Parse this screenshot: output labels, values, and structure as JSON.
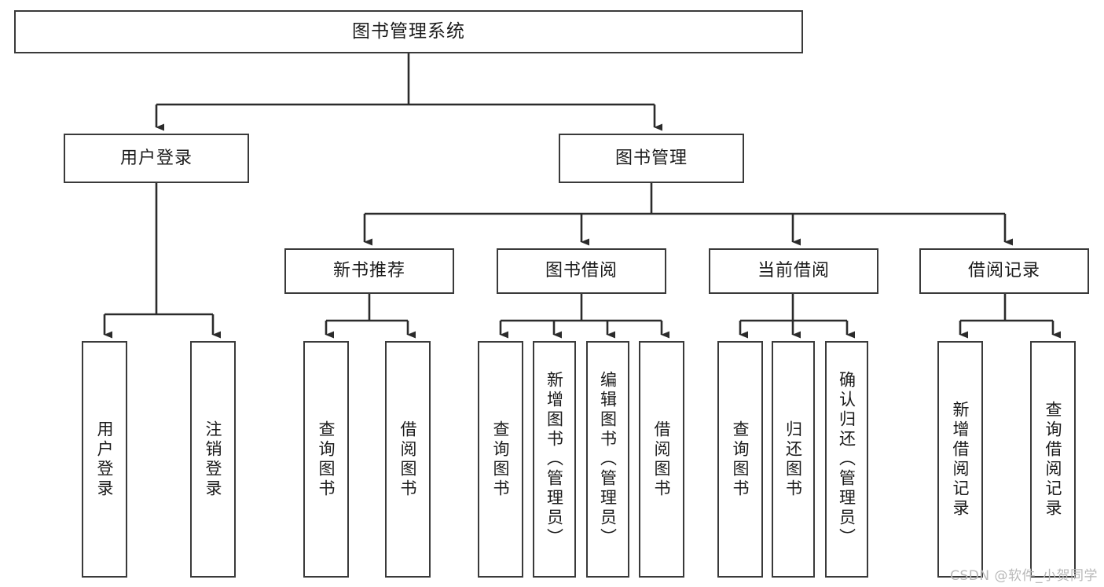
{
  "diagram": {
    "title": "图书管理系统",
    "type": "tree",
    "orientation": "top-down",
    "colors": {
      "box_border": "#3a3a3a",
      "box_fill": "#ffffff",
      "edge": "#2b2b2b",
      "text": "#1b1b1b",
      "watermark": "#b8b8b8",
      "background": "#ffffff"
    },
    "levels": {
      "root": {
        "label": "图书管理系统"
      },
      "level2": [
        {
          "id": "user-login",
          "label": "用户登录"
        },
        {
          "id": "book-manage",
          "label": "图书管理"
        }
      ],
      "level3": [
        {
          "id": "new-book-recommend",
          "label": "新书推荐",
          "parent": "book-manage"
        },
        {
          "id": "book-borrow",
          "label": "图书借阅",
          "parent": "book-manage"
        },
        {
          "id": "current-borrow",
          "label": "当前借阅",
          "parent": "book-manage"
        },
        {
          "id": "borrow-record",
          "label": "借阅记录",
          "parent": "book-manage"
        }
      ],
      "leaves": [
        {
          "id": "leaf-user-login",
          "label": "用户登录",
          "parent": "user-login"
        },
        {
          "id": "leaf-user-logout",
          "label": "注销登录",
          "parent": "user-login"
        },
        {
          "id": "leaf-query-book-1",
          "label": "查询图书",
          "parent": "new-book-recommend"
        },
        {
          "id": "leaf-borrow-book-1",
          "label": "借阅图书",
          "parent": "new-book-recommend"
        },
        {
          "id": "leaf-query-book-2",
          "label": "查询图书",
          "parent": "book-borrow"
        },
        {
          "id": "leaf-add-book",
          "label": "新增图书（管理员）",
          "parent": "book-borrow"
        },
        {
          "id": "leaf-edit-book",
          "label": "编辑图书（管理员）",
          "parent": "book-borrow"
        },
        {
          "id": "leaf-borrow-book-2",
          "label": "借阅图书",
          "parent": "book-borrow"
        },
        {
          "id": "leaf-query-book-3",
          "label": "查询图书",
          "parent": "current-borrow"
        },
        {
          "id": "leaf-return-book",
          "label": "归还图书",
          "parent": "current-borrow"
        },
        {
          "id": "leaf-confirm-return",
          "label": "确认归还（管理员）",
          "parent": "current-borrow"
        },
        {
          "id": "leaf-add-record",
          "label": "新增借阅记录",
          "parent": "borrow-record"
        },
        {
          "id": "leaf-query-record",
          "label": "查询借阅记录",
          "parent": "borrow-record"
        }
      ]
    },
    "watermark": "CSDN @软件_小贺同学"
  }
}
